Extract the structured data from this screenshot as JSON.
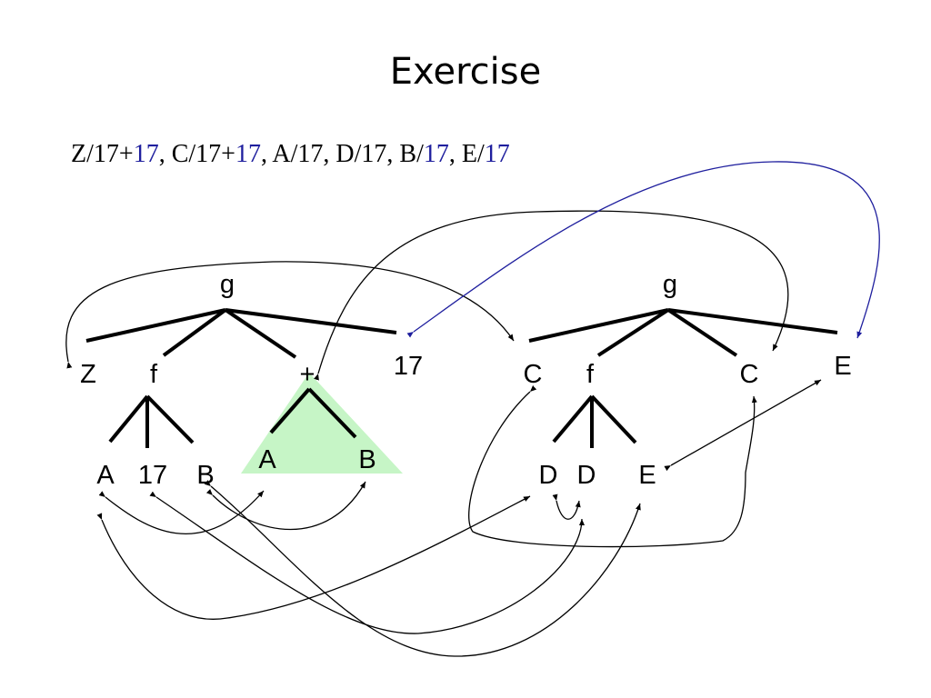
{
  "title": "Exercise",
  "substitution": {
    "parts": [
      {
        "text": "Z/17+",
        "highlight": false
      },
      {
        "text": "17",
        "highlight": true
      },
      {
        "text": ", C/17+",
        "highlight": false
      },
      {
        "text": "17",
        "highlight": true
      },
      {
        "text": ", A/17, D/17, B/",
        "highlight": false
      },
      {
        "text": "17",
        "highlight": true
      },
      {
        "text": ", E/",
        "highlight": false
      },
      {
        "text": "17",
        "highlight": true
      }
    ]
  },
  "colors": {
    "highlight_text": "#1f1f9e",
    "subtree_fill": "#c6f5c6",
    "blue_arrow": "#1f1f9e"
  },
  "left_tree": {
    "root": "g",
    "children": [
      "Z",
      "f",
      "+",
      "17"
    ],
    "f_children": [
      "A",
      "17",
      "B"
    ],
    "plus_children": [
      "A",
      "B"
    ]
  },
  "right_tree": {
    "root": "g",
    "children": [
      "C",
      "f",
      "C",
      "E"
    ],
    "f_children": [
      "D",
      "D",
      "E"
    ]
  }
}
